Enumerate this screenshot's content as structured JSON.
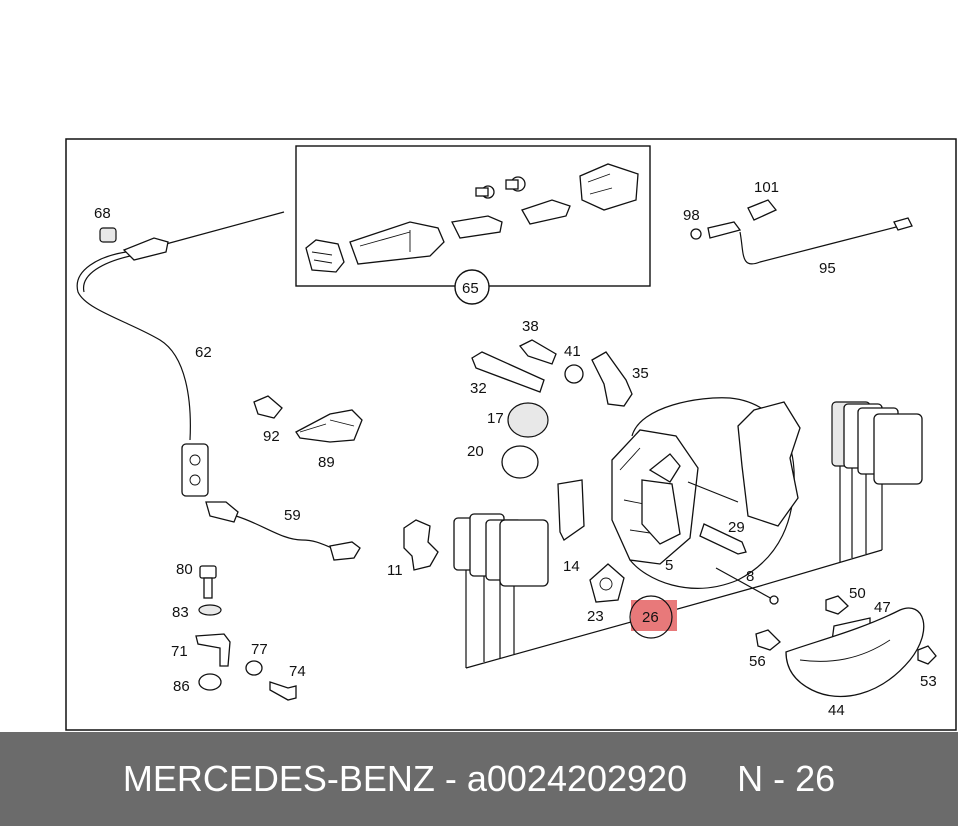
{
  "labels": {
    "p68": "68",
    "p62": "62",
    "p92": "92",
    "p89": "89",
    "p59": "59",
    "p80": "80",
    "p83": "83",
    "p71": "71",
    "p77": "77",
    "p74": "74",
    "p86": "86",
    "p11": "11",
    "p65": "65",
    "p38": "38",
    "p41": "41",
    "p35": "35",
    "p32": "32",
    "p17": "17",
    "p20": "20",
    "p14": "14",
    "p23": "23",
    "p26": "26",
    "p5": "5",
    "p29": "29",
    "p8": "8",
    "p101": "101",
    "p98": "98",
    "p95": "95",
    "p50": "50",
    "p47": "47",
    "p56": "56",
    "p53": "53",
    "p44": "44"
  },
  "highlight_color": "#e8797a",
  "footer": {
    "brand_part": "MERCEDES-BENZ - a0024202920",
    "ref": "N - 26"
  }
}
